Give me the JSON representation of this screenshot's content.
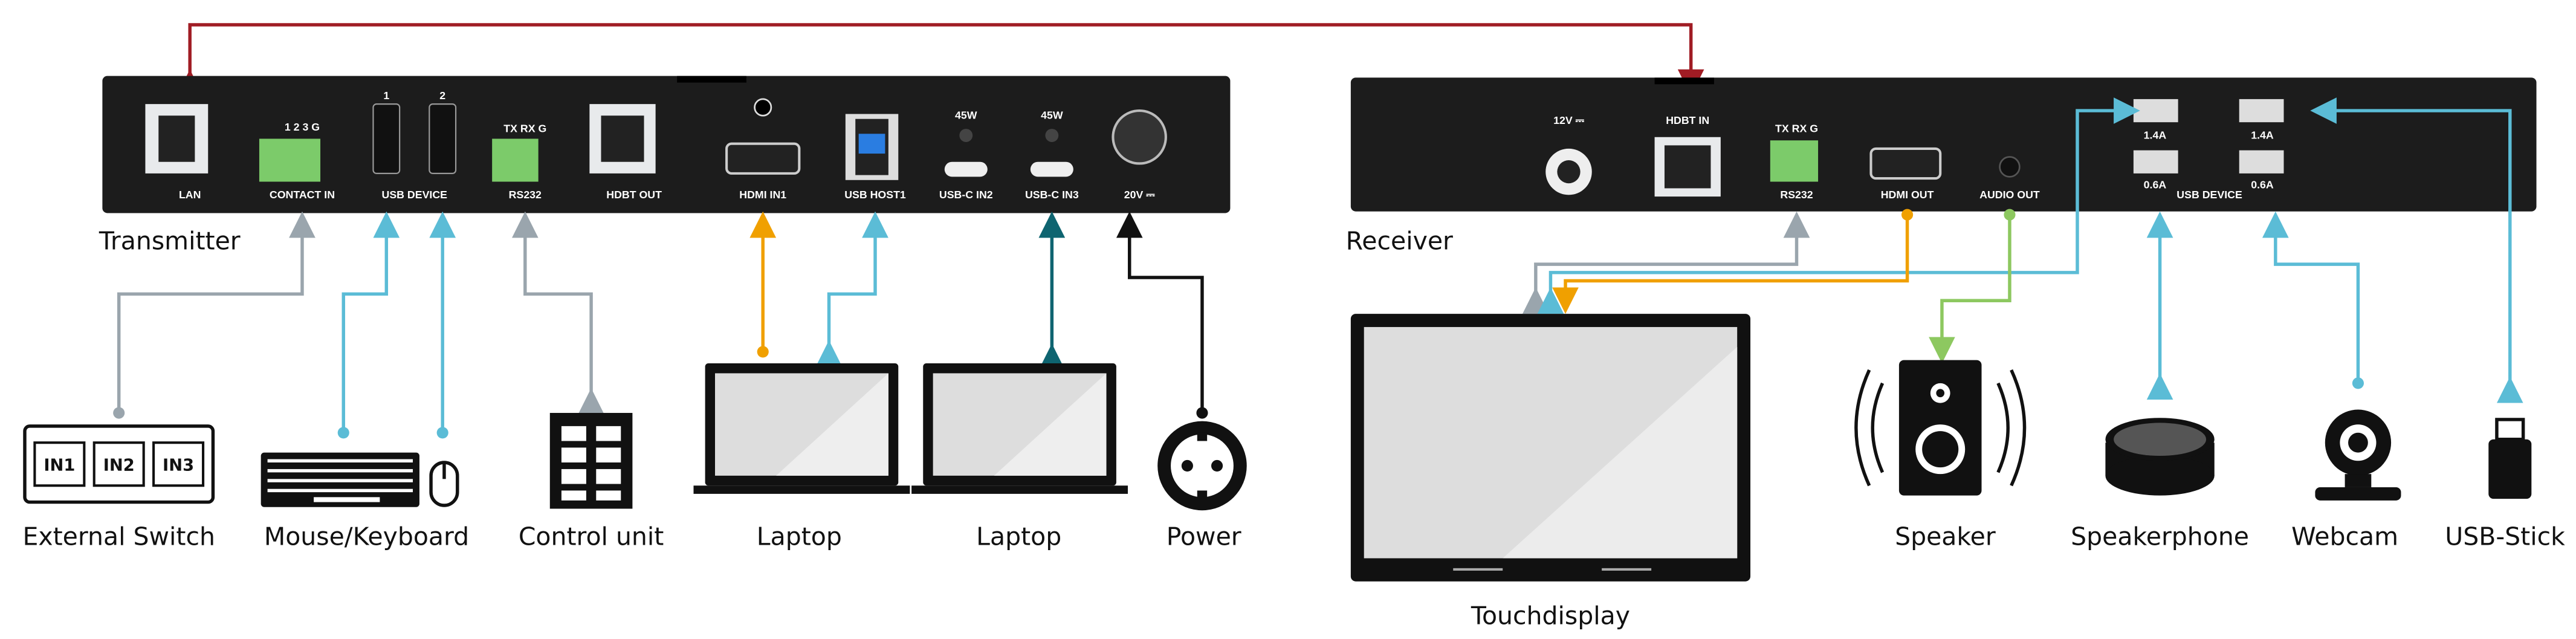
{
  "transmitter": {
    "title": "Transmitter",
    "ports": {
      "lan": "LAN",
      "contact_in": "CONTACT IN",
      "contact_pins": "1  2  3  G",
      "usb_device": "USB DEVICE",
      "usb1": "1",
      "usb2": "2",
      "rs232": "RS232",
      "rs232_pins": "TX RX G",
      "hdbt_out": "HDBT OUT",
      "hdmi_in1": "HDMI IN1",
      "usb_host1": "USB HOST1",
      "usbc_in2": "USB-C IN2",
      "usbc_in3": "USB-C IN3",
      "usbc_in2_power": "45W",
      "usbc_in3_power": "45W",
      "power": "20V ⎓"
    }
  },
  "receiver": {
    "title": "Receiver",
    "ports": {
      "power": "12V ⎓",
      "hdbt_in": "HDBT IN",
      "rs232": "RS232",
      "rs232_pins": "TX RX G",
      "hdmi_out": "HDMI OUT",
      "audio_out": "AUDIO OUT",
      "usb_device": "USB DEVICE",
      "usb_a1": "1.4A",
      "usb_a2": "1.4A",
      "usb_a3": "0.6A",
      "usb_a4": "0.6A"
    }
  },
  "devices": {
    "external_switch": {
      "label": "External Switch",
      "buttons": [
        "IN1",
        "IN2",
        "IN3"
      ]
    },
    "mouse_keyboard": "Mouse/Keyboard",
    "control_unit": "Control unit",
    "laptop1": "Laptop",
    "laptop2": "Laptop",
    "power": "Power",
    "touchdisplay": "Touchdisplay",
    "speaker": "Speaker",
    "speakerphone": "Speakerphone",
    "webcam": "Webcam",
    "usb_stick": "USB-Stick"
  },
  "colors": {
    "hdbt": "#a01c24",
    "control": "#9aa5ad",
    "usb": "#5bbcd6",
    "hdmi": "#f0a000",
    "usbc": "#0e6470",
    "power": "#111111",
    "audio": "#8dc860"
  }
}
